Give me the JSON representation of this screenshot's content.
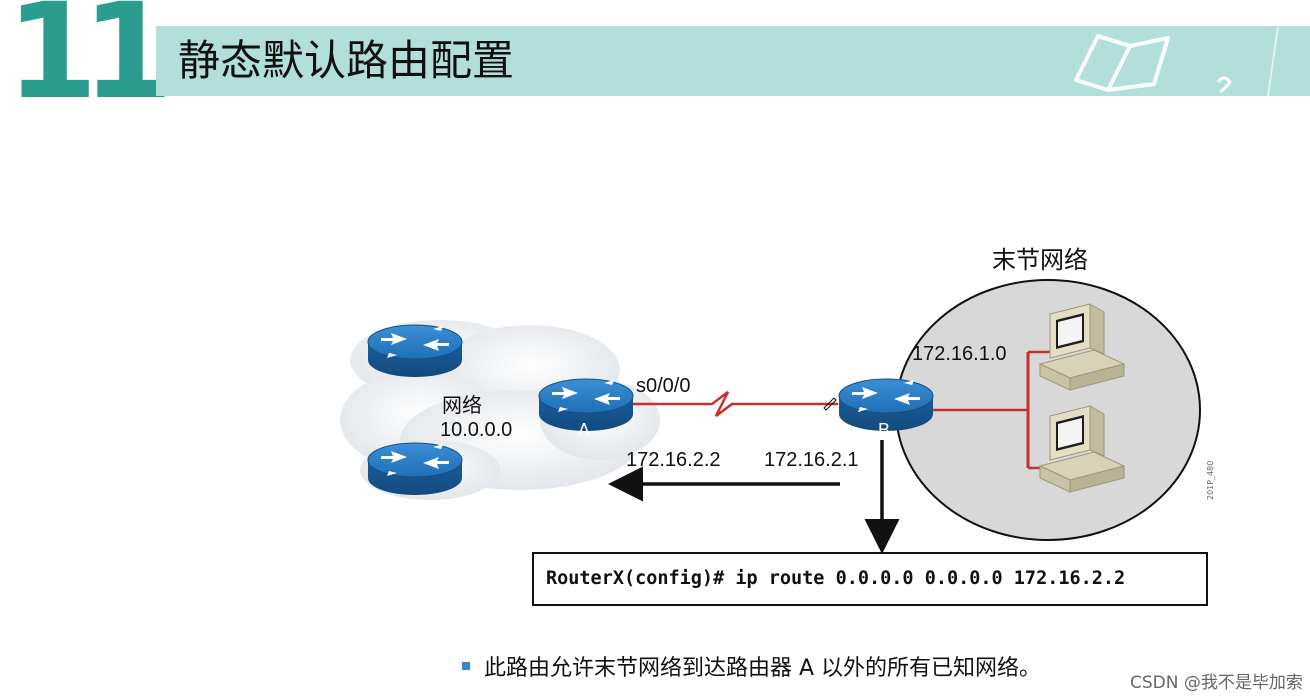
{
  "slide": {
    "number": "11",
    "title": "静态默认路由配置",
    "accent_color": "#2a9d8f",
    "title_bar_color": "#b2dfd9"
  },
  "diagram": {
    "stub_network_label": "末节网络",
    "cloud_network_label_line1": "网络",
    "cloud_network_label_line2": "10.0.0.0",
    "router_a_label": "A",
    "router_b_label": "B",
    "interface_label": "s0/0/0",
    "lan_subnet_label": "172.16.1.0",
    "ip_a_label": "172.16.2.2",
    "ip_b_label": "172.16.2.1",
    "figure_id": "201P_480",
    "router_color": "#1f6fb5",
    "link_color": "#c9302c"
  },
  "command": {
    "text": "RouterX(config)# ip route 0.0.0.0 0.0.0.0 172.16.2.2"
  },
  "bullet": {
    "text": "此路由允许末节网络到达路由器 A 以外的所有已知网络。"
  },
  "watermark": {
    "text": "CSDN @我不是毕加索"
  }
}
